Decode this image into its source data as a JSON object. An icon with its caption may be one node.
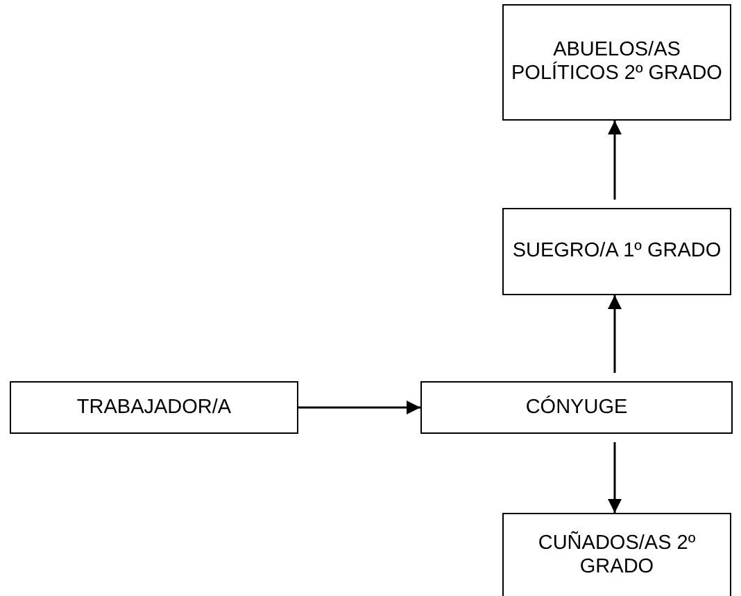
{
  "diagram": {
    "nodes": [
      {
        "text": [
          "ABUELOS/AS POLÍTICOS 2º GRADO"
        ]
      },
      {
        "text": [
          "SUEGRO/A 1º GRADO"
        ]
      },
      {
        "text": [
          "TRABAJADOR/A"
        ]
      },
      {
        "text": [
          "CÓNYUGE"
        ]
      },
      {
        "text": [
          "CUÑADOS/AS 2º GRADO"
        ]
      }
    ],
    "edges": [
      {
        "from": 2,
        "to": 3,
        "arrow": "to"
      },
      {
        "from": 3,
        "to": 1,
        "arrow": "to"
      },
      {
        "from": 1,
        "to": 0,
        "arrow": "to"
      },
      {
        "from": 3,
        "to": 4,
        "arrow": "to"
      }
    ]
  }
}
